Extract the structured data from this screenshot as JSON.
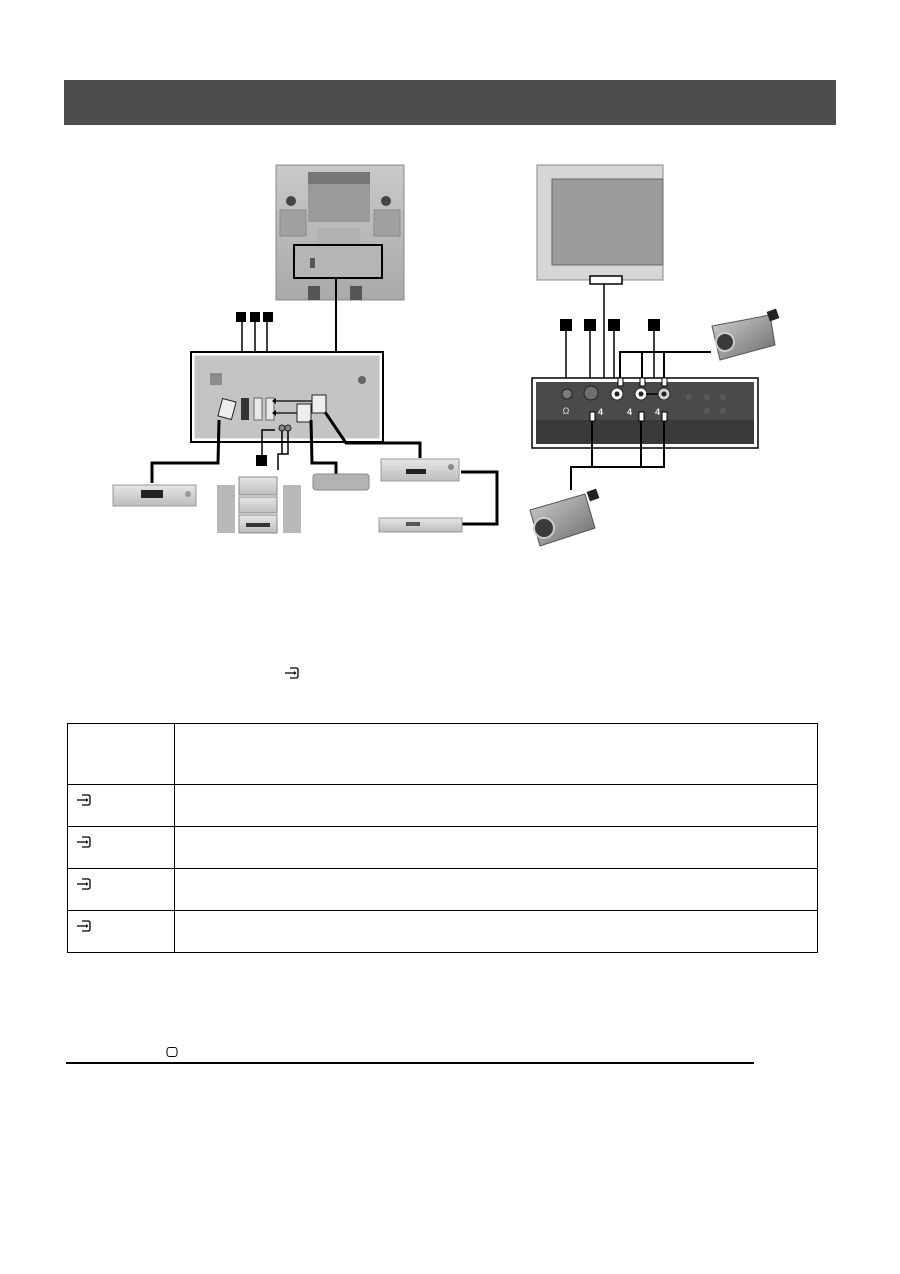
{
  "page": {
    "header_bar": {
      "color": "#4d4d4d",
      "text": ""
    }
  },
  "figures": {
    "rear_connection": {
      "callout_markers": [
        "",
        "",
        "",
        ""
      ],
      "devices": [
        "DVD player",
        "Hi-fi system",
        "Game console",
        "VCR",
        "Decoder / set-top box"
      ],
      "panel_labels": []
    },
    "front_connection": {
      "callout_markers": [
        "",
        "",
        "",
        ""
      ],
      "panel_labels": [
        "4",
        "4",
        "4"
      ],
      "devices": [
        "Camcorder (top)",
        "Camcorder (bottom)"
      ]
    }
  },
  "body": {
    "inline_icon": "input-icon"
  },
  "table": {
    "header": {
      "col1": "",
      "col2": ""
    },
    "rows": [
      {
        "icon": "input-icon",
        "col1": "",
        "col2": ""
      },
      {
        "icon": "input-icon",
        "col1": "",
        "col2": ""
      },
      {
        "icon": "input-icon",
        "col1": "",
        "col2": ""
      },
      {
        "icon": "input-icon",
        "col1": "",
        "col2": ""
      }
    ]
  },
  "footer": {
    "tv_icon": "tv-icon"
  },
  "colors": {
    "panel_dark": "#4a4a4a",
    "device_light": "#d8d8d8",
    "line": "#000000"
  }
}
